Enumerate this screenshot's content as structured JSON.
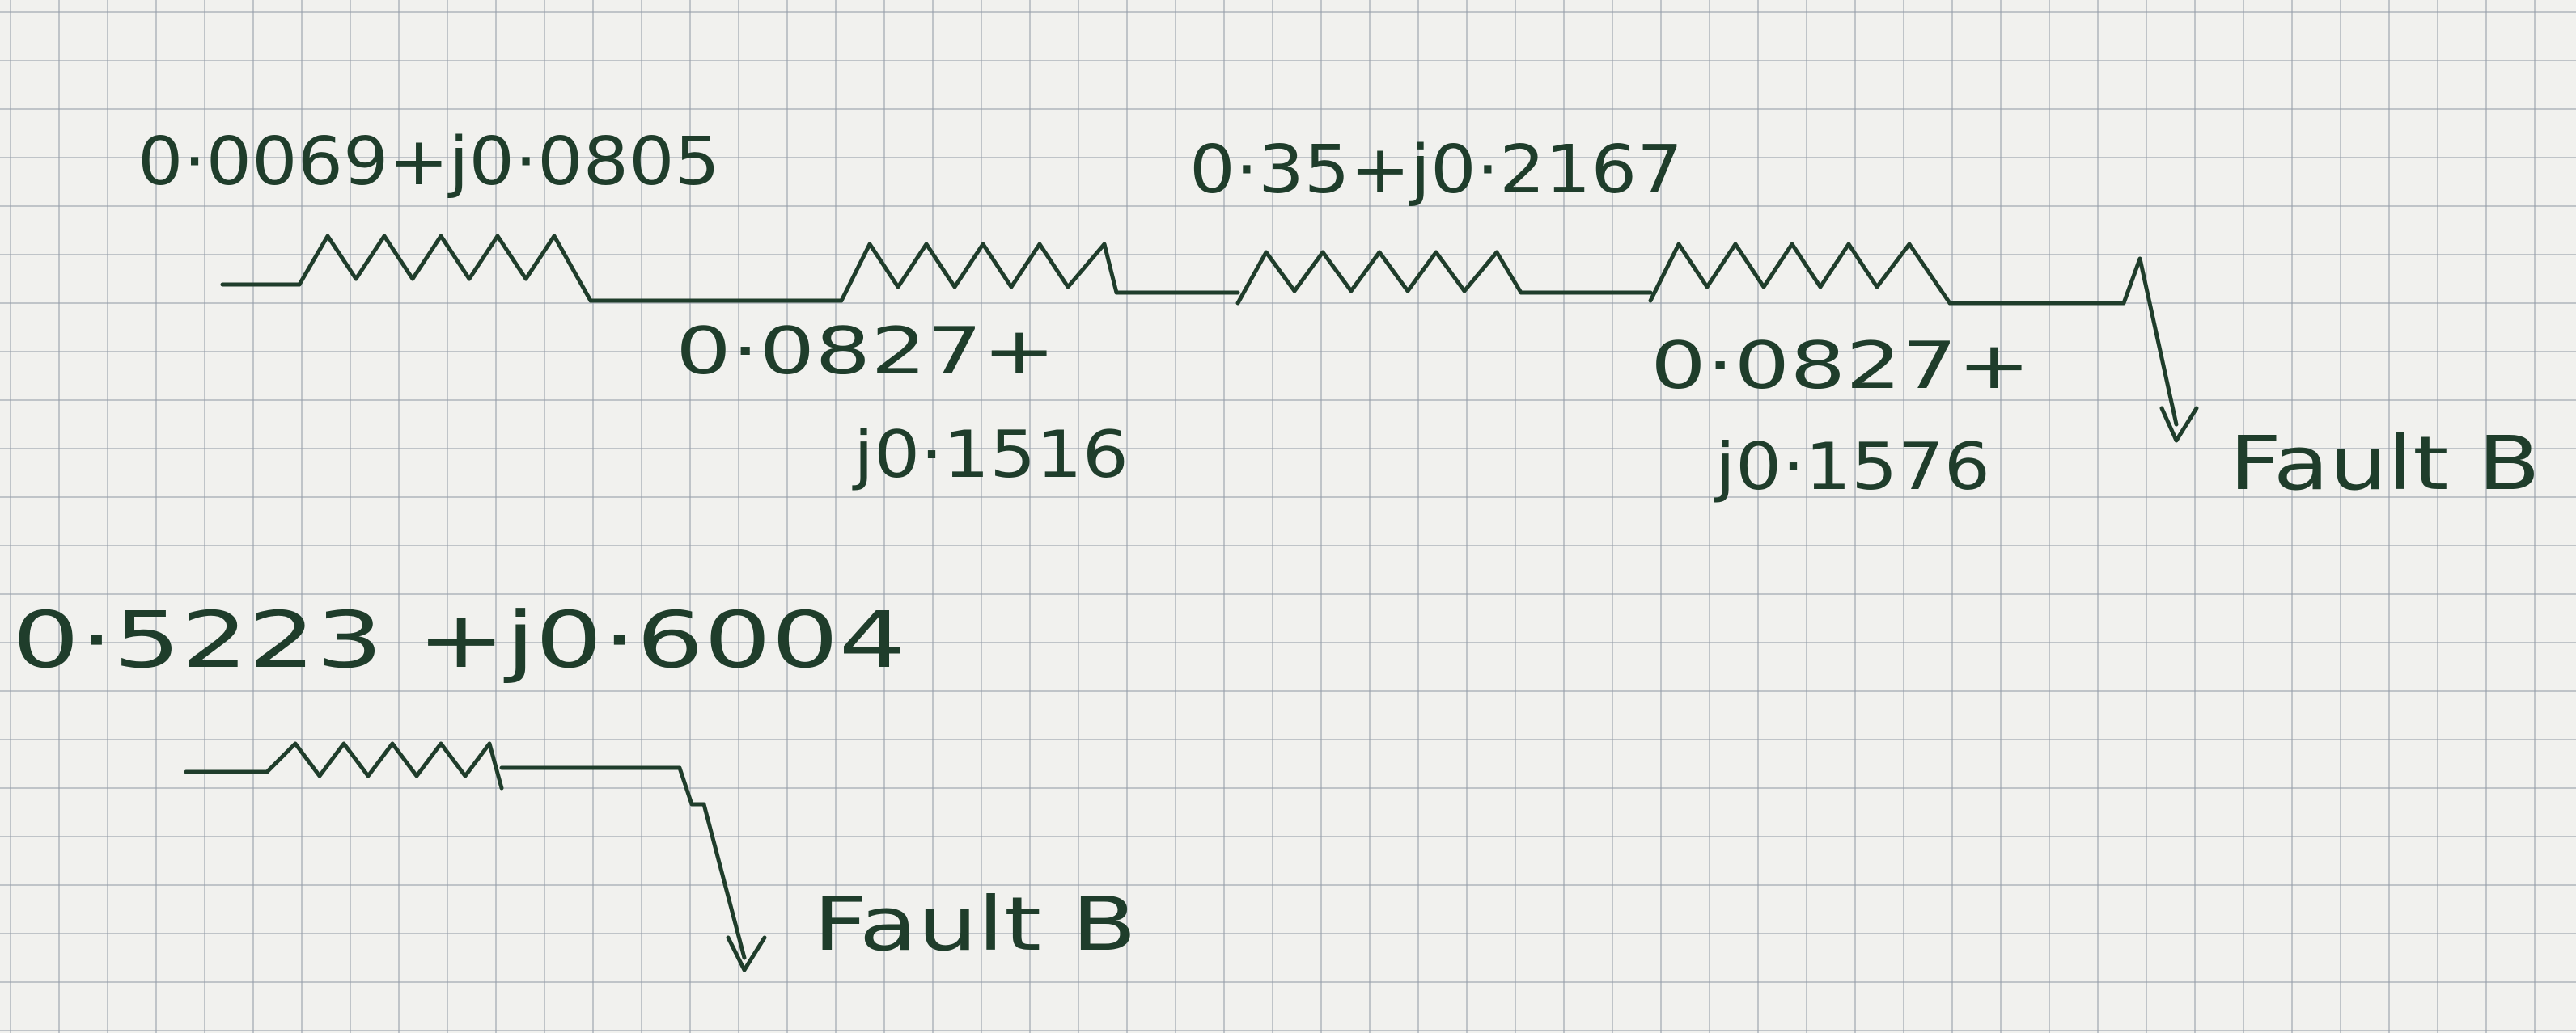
{
  "diagram": {
    "circuit_top": {
      "impedance_1": "0·0069+j0·0805",
      "impedance_2": {
        "line1": "0·0827+",
        "line2": "j0·1516"
      },
      "impedance_3": "0·35+j0·2167",
      "impedance_4": {
        "line1": "0·0827+",
        "line2": "j0·1576"
      },
      "fault_label": "Fault B"
    },
    "circuit_bottom": {
      "impedance": "0·5223 +j0·6004",
      "fault_label": "Fault B"
    },
    "ink_color": "#1f3d2b",
    "paper_color": "#f1f1ee",
    "grid_color": "#969eaa"
  }
}
